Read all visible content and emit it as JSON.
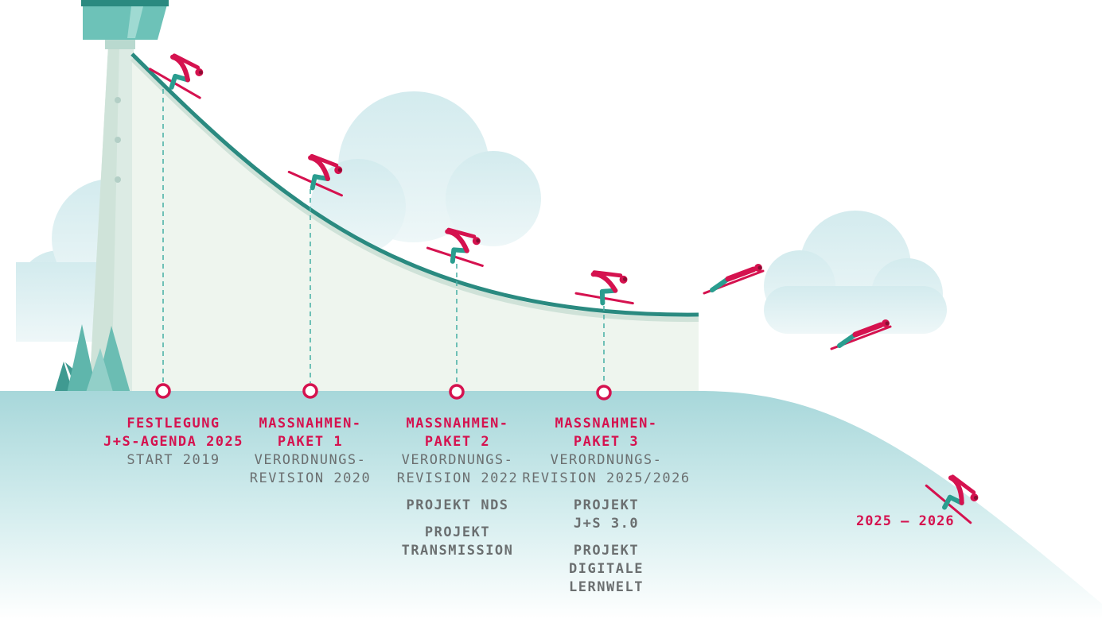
{
  "colors": {
    "accent": "#d5124f",
    "ramp": "#2a8a80",
    "ground": "#a9d8db",
    "text_gray": "#6b6f70"
  },
  "milestones": [
    {
      "title": [
        "FESTLEGUNG",
        "J+S-AGENDA 2025"
      ],
      "sub": [
        "START 2019"
      ],
      "projects": []
    },
    {
      "title": [
        "MASSNAHMEN-",
        "PAKET 1"
      ],
      "sub": [
        "VERORDNUNGS-",
        "REVISION 2020"
      ],
      "projects": []
    },
    {
      "title": [
        "MASSNAHMEN-",
        "PAKET 2"
      ],
      "sub": [
        "VERORDNUNGS-",
        "REVISION 2022"
      ],
      "projects": [
        [
          "PROJEKT NDS"
        ],
        [
          "PROJEKT",
          "TRANSMISSION"
        ]
      ]
    },
    {
      "title": [
        "MASSNAHMEN-",
        "PAKET 3"
      ],
      "sub": [
        "VERORDNUNGS-",
        "REVISION 2025/2026"
      ],
      "projects": [
        [
          "PROJEKT",
          "J+S 3.0"
        ],
        [
          "PROJEKT",
          "DIGITALE",
          "LERNWELT"
        ]
      ]
    }
  ],
  "final_label": "2025 – 2026"
}
